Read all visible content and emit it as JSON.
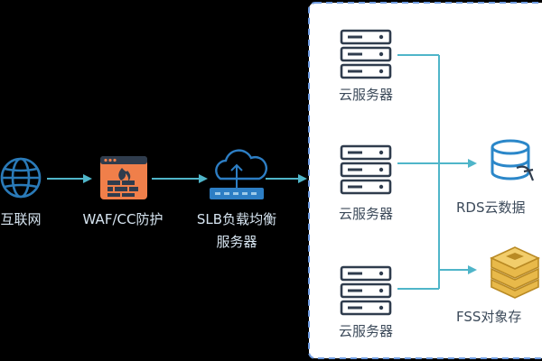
{
  "colors": {
    "background": "#000000",
    "panel_bg": "#ffffff",
    "panel_border": "#6f9be0",
    "arrow": "#4fb5c9",
    "icon_blue": "#2a7ab8",
    "icon_dark": "#2f3c4d",
    "waf_orange": "#f07f4a",
    "slb_blue": "#2d7ec4",
    "db_blue": "#2b87c9",
    "fss_gold": "#e8b94a",
    "label_light": "#d6e4f0",
    "label_dark": "#3c4a5a"
  },
  "nodes": {
    "internet": {
      "label": "互联网",
      "icon": "globe-icon"
    },
    "waf": {
      "label": "WAF/CC防护",
      "icon": "firewall-icon"
    },
    "slb": {
      "label_line1": "SLB负载均衡",
      "label_line2": "服务器",
      "icon": "cloud-network-icon"
    },
    "servers": [
      {
        "label": "云服务器",
        "icon": "server-icon"
      },
      {
        "label": "云服务器",
        "icon": "server-icon"
      },
      {
        "label": "云服务器",
        "icon": "server-icon"
      }
    ],
    "rds": {
      "label": "RDS云数据",
      "icon": "database-icon"
    },
    "fss": {
      "label": "FSS对象存",
      "icon": "storage-cube-icon"
    }
  }
}
